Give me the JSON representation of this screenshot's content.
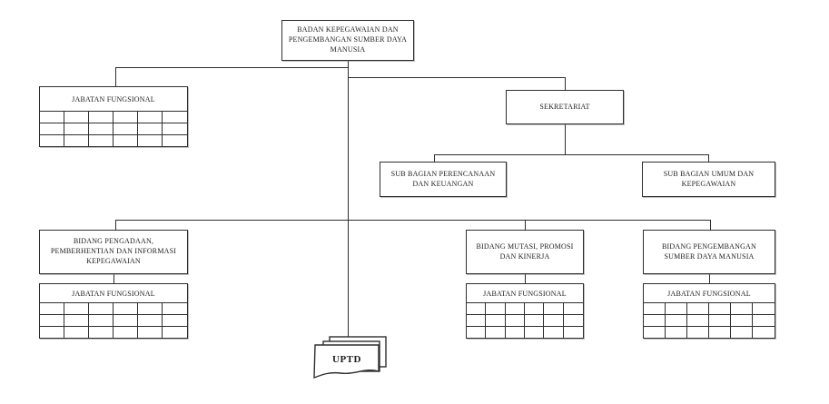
{
  "colors": {
    "background": "#ffffff",
    "line": "#2e2e2e",
    "text": "#1c1c1c"
  },
  "org_chart": {
    "root": {
      "label": "BADAN KEPEGAWAIAN DAN PENGEMBANGAN SUMBER DAYA MANUSIA"
    },
    "jabatan_root": {
      "label": "JABATAN FUNGSIONAL",
      "grid": {
        "rows": 3,
        "cols": 6
      }
    },
    "sekretariat": {
      "label": "SEKRETARIAT"
    },
    "sub_bagian": [
      {
        "label": "SUB BAGIAN PERENCANAAN DAN KEUANGAN"
      },
      {
        "label": "SUB BAGIAN UMUM DAN KEPEGAWAIAN"
      }
    ],
    "bidang": [
      {
        "label": "BIDANG PENGADAAN, PEMBERHENTIAN DAN INFORMASI KEPEGAWAIAN",
        "jabatan": {
          "label": "JABATAN FUNGSIONAL",
          "grid": {
            "rows": 3,
            "cols": 6
          }
        }
      },
      {
        "label": "BIDANG MUTASI, PROMOSI DAN KINERJA",
        "jabatan": {
          "label": "JABATAN FUNGSIONAL",
          "grid": {
            "rows": 3,
            "cols": 6
          }
        }
      },
      {
        "label": "BIDANG PENGEMBANGAN SUMBER DAYA MANUSIA",
        "jabatan": {
          "label": "JABATAN FUNGSIONAL",
          "grid": {
            "rows": 3,
            "cols": 6
          }
        }
      }
    ],
    "uptd": {
      "label": "UPTD"
    }
  }
}
